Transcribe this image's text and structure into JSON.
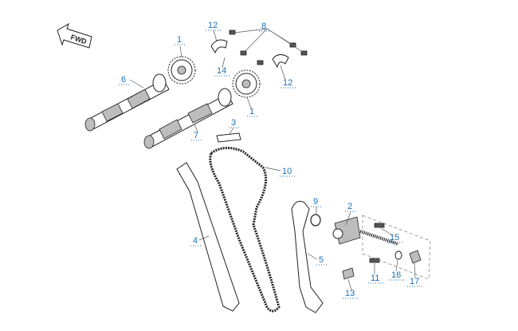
{
  "fwd_label": "FWD",
  "callouts": [
    {
      "id": "c1a",
      "text": "1"
    },
    {
      "id": "c1b",
      "text": "1"
    },
    {
      "id": "c2",
      "text": "2"
    },
    {
      "id": "c3",
      "text": "3"
    },
    {
      "id": "c4",
      "text": "4"
    },
    {
      "id": "c5",
      "text": "5"
    },
    {
      "id": "c6",
      "text": "6"
    },
    {
      "id": "c7",
      "text": "7"
    },
    {
      "id": "c8",
      "text": "8"
    },
    {
      "id": "c9",
      "text": "9"
    },
    {
      "id": "c10",
      "text": "10"
    },
    {
      "id": "c11",
      "text": "11"
    },
    {
      "id": "c12a",
      "text": "12"
    },
    {
      "id": "c12b",
      "text": "12"
    },
    {
      "id": "c13",
      "text": "13"
    },
    {
      "id": "c14",
      "text": "14"
    },
    {
      "id": "c15",
      "text": "15"
    },
    {
      "id": "c16",
      "text": "16"
    },
    {
      "id": "c17",
      "text": "17"
    }
  ],
  "colors": {
    "callout": "#1f6fb2",
    "outline": "#222222",
    "shade": "#bdbdbd"
  }
}
